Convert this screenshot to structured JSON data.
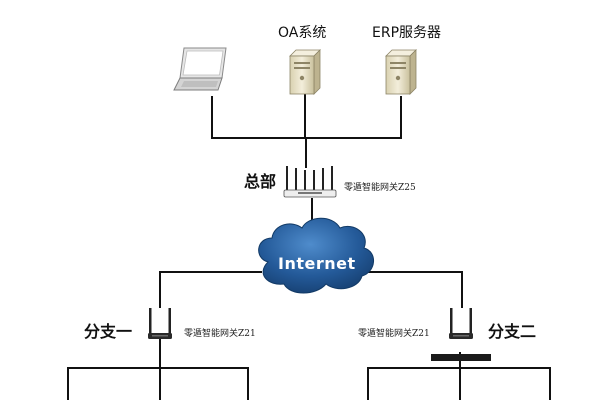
{
  "nodes": {
    "oa": {
      "label": "OA系统"
    },
    "erp": {
      "label": "ERP服务器"
    },
    "hq": {
      "label": "总部",
      "gateway": "零遁智能网关Z25"
    },
    "internet": {
      "label": "Internet"
    },
    "branch1": {
      "label": "分支一",
      "gateway": "零遁智能网关Z21"
    },
    "branch2": {
      "label": "分支二",
      "gateway": "零遁智能网关Z21"
    }
  },
  "colors": {
    "line": "#111111",
    "cloud": "#1e4f8c",
    "cloud_light": "#3f78b8",
    "router": "#222222",
    "server_body": "#e9e2c6"
  },
  "icons": [
    "laptop-icon",
    "server-icon",
    "router-icon",
    "cloud-icon"
  ]
}
